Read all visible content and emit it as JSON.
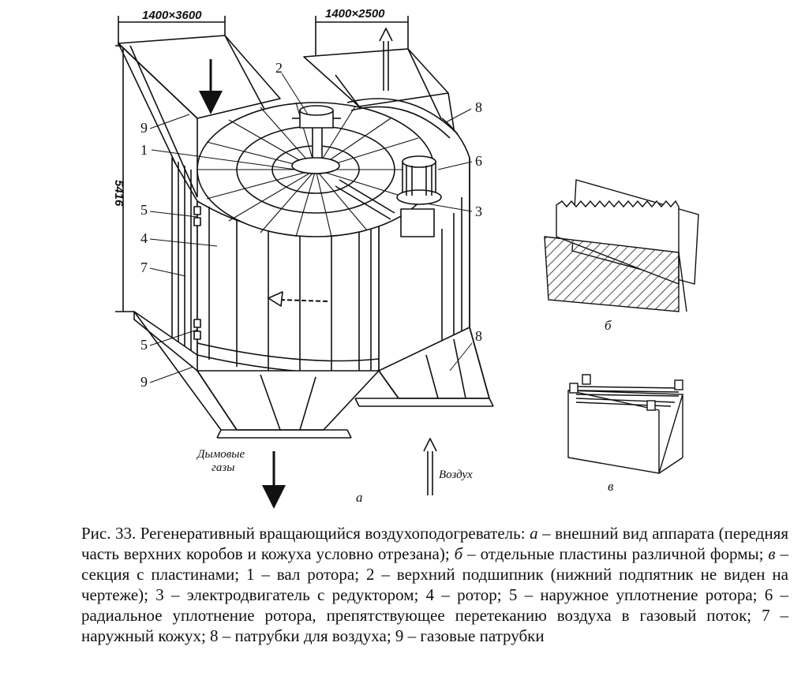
{
  "dimensions": {
    "left_box_width": "1400×3600",
    "right_box_width": "1400×2500",
    "height": "5416"
  },
  "part_labels": {
    "l1": "1",
    "l2": "2",
    "l3": "3",
    "l4": "4",
    "l5_top": "5",
    "l5_bottom": "5",
    "l6": "6",
    "l7": "7",
    "l8_top": "8",
    "l8_bottom": "8",
    "l9_top": "9",
    "l9_bottom": "9"
  },
  "flows": {
    "flue_gas_line1": "Дымовые",
    "flue_gas_line2": "газы",
    "air": "Воздух"
  },
  "subfigures": {
    "a": "а",
    "b": "б",
    "v": "в"
  },
  "caption": {
    "prefix": "Рис. 33. Регенеративный вращающийся воздухоподогреватель: ",
    "a_letter": "а",
    "a_text": " – внешний вид аппарата (передняя часть верхних коробов и кожуха условно отрезана); ",
    "b_letter": "б",
    "b_text": " – отдельные пластины различной формы; ",
    "v_letter": "в",
    "v_text": " – секция с пластинами; 1 – вал ротора; 2 – верхний подшипник (нижний подпятник не виден на чертеже); 3 – электродвигатель с редуктором; 4 – ротор; 5 – наружное уплотнение ротора; 6 – радиальное уплотнение ротора, препятствующее перетеканию воздуха в газовый поток; 7 – наружный кожух; 8 – патрубки для воздуха; 9 – газовые патрубки"
  }
}
